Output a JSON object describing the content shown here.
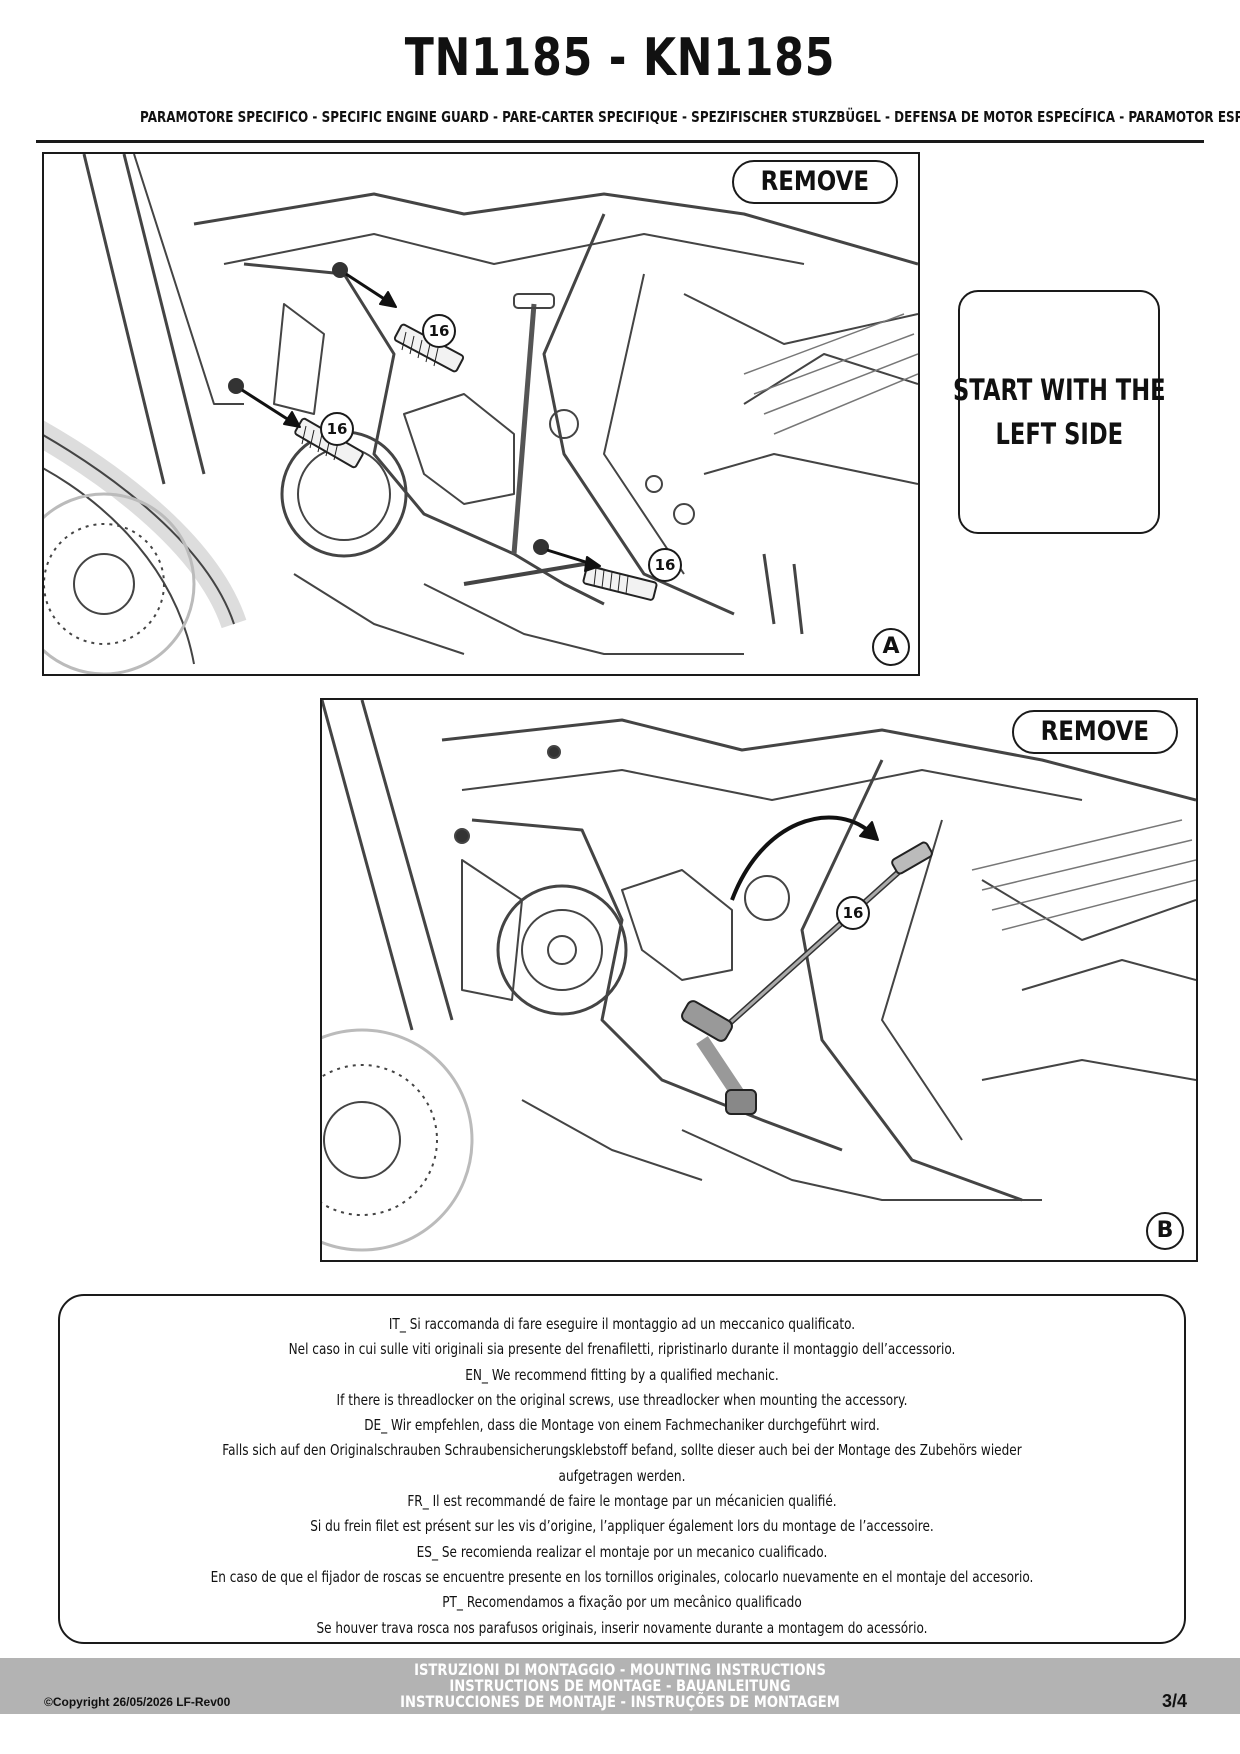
{
  "header": {
    "title": "TN1185 - KN1185",
    "subtitle": "PARAMOTORE SPECIFICO  -  SPECIFIC ENGINE GUARD - PARE-CARTER SPECIFIQUE - SPEZIFISCHER STURZBÜGEL - DEFENSA DE MOTOR ESPECÍFICA - PARAMOTOR ESPECÍFICO"
  },
  "panel_a": {
    "badge": "REMOVE",
    "letter": "A",
    "callouts": [
      "16",
      "16",
      "16"
    ]
  },
  "panel_b": {
    "badge": "REMOVE",
    "letter": "B",
    "callouts": [
      "16"
    ]
  },
  "side_note": {
    "line1": "START WITH THE",
    "line2": "LEFT SIDE"
  },
  "notes": [
    "IT_ Si raccomanda di fare eseguire il montaggio ad un meccanico qualificato.",
    "Nel caso in cui sulle viti originali sia presente del frenafiletti, ripristinarlo durante il montaggio dell’accessorio.",
    "EN_ We recommend fitting by a qualified mechanic.",
    "If there is threadlocker on the original screws, use threadlocker when mounting the accessory.",
    "DE_ Wir empfehlen, dass die Montage von einem Fachmechaniker durchgeführt wird.",
    "Falls sich auf den Originalschrauben Schraubensicherungsklebstoff befand, sollte dieser auch bei der Montage des Zubehörs wieder",
    "aufgetragen werden.",
    "FR_ Il est recommandé de faire le montage par un mécanicien qualifié.",
    "Si du frein filet est présent sur les vis d’origine, l’appliquer également lors du montage de l’accessoire.",
    "ES_ Se recomienda realizar el montaje por un mecanico cualificado.",
    "En caso de que el fijador de roscas se encuentre presente en los tornillos originales, colocarlo nuevamente en el montaje del accesorio.",
    "PT_ Recomendamos a fixação por um mecânico qualificado",
    "Se houver trava rosca nos parafusos originais, inserir novamente durante a montagem do acessório."
  ],
  "footer": {
    "copyright": "©Copyright 26/05/2026 LF-Rev00",
    "line1": "ISTRUZIONI DI MONTAGGIO  -  MOUNTING INSTRUCTIONS",
    "line2": "INSTRUCTIONS DE MONTAGE - BAUANLEITUNG",
    "line3": "INSTRUCCIONES DE MONTAJE - INSTRUÇÕES DE MONTAGEM",
    "page": "3/4"
  }
}
